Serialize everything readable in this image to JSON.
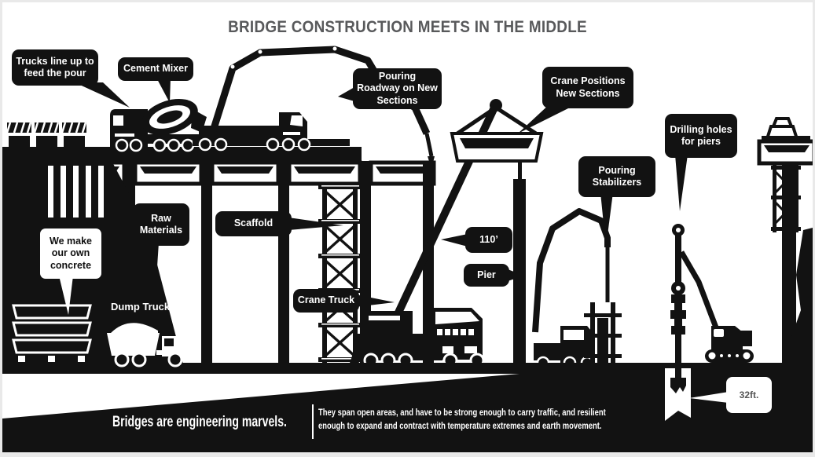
{
  "title": "BRIDGE CONSTRUCTION MEETS IN THE MIDDLE",
  "callouts": {
    "trucks_line_up": "Trucks line up to feed the pour",
    "cement_mixer": "Cement Mixer",
    "pouring_roadway": "Pouring Roadway on New Sections",
    "crane_positions": "Crane Positions New Sections",
    "drilling_holes": "Drilling holes for piers",
    "raw_materials": "Raw Materials",
    "we_make_concrete": "We make our own concrete",
    "scaffold": "Scaffold",
    "crane_truck": "Crane Truck",
    "height_110": "110’",
    "pier": "Pier",
    "pouring_stabilizers": "Pouring Stabilizers",
    "depth_32ft": "32ft.",
    "dump_truck": "Dump Truck"
  },
  "footer": {
    "headline": "Bridges are engineering marvels.",
    "body_line1": "They span open areas, and have to be strong enough to carry traffic, and resilient",
    "body_line2": "enough to expand and contract with temperature extremes and earth movement."
  },
  "colors": {
    "ink": "#121212",
    "paper": "#ffffff",
    "title_gray": "#58595b",
    "frame_gray": "#e9e9e9"
  }
}
